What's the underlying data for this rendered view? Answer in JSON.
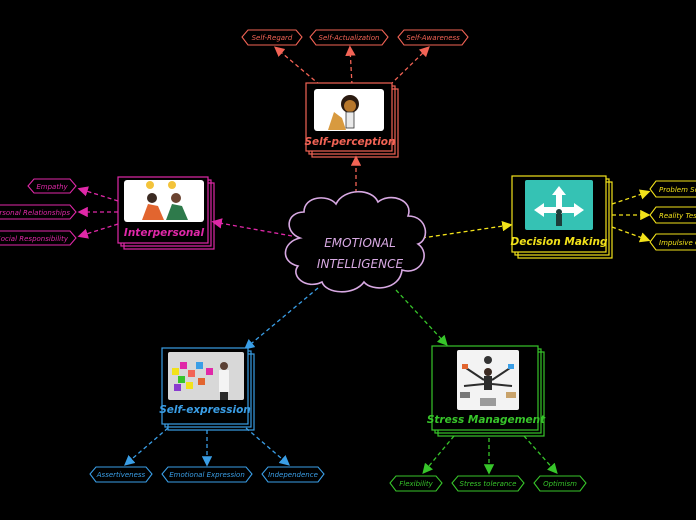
{
  "colors": {
    "background": "#000000",
    "center": "#d8a9e3",
    "self_perception": "#f26355",
    "interpersonal": "#e028a8",
    "decision_making": "#f2e21a",
    "self_expression": "#3a9ee6",
    "stress_management": "#37c52a"
  },
  "center": {
    "line1": "EMOTIONAL",
    "line2": "INTELLIGENCE"
  },
  "branches": {
    "self_perception": {
      "title": "Self-perception",
      "image": "lion-mirror-illustration",
      "children": [
        "Self-Regard",
        "Self-Actualization",
        "Self-Awareness"
      ]
    },
    "interpersonal": {
      "title": "Interpersonal",
      "image": "two-people-talking-illustration",
      "children": [
        "Empathy",
        "Interpersonal Relationships",
        "Social Responsibility"
      ]
    },
    "decision_making": {
      "title": "Decision Making",
      "image": "crossroads-arrows-illustration",
      "children": [
        "Problem Solving",
        "Reality Testing",
        "Impulsive Control"
      ]
    },
    "self_expression": {
      "title": "Self-expression",
      "image": "sticky-notes-wall-photo",
      "children": [
        "Assertiveness",
        "Emotional Expression",
        "Independence"
      ]
    },
    "stress_management": {
      "title": "Stress Management",
      "image": "multitasking-person-illustration",
      "children": [
        "Flexibility",
        "Stress tolerance",
        "Optimism"
      ]
    }
  }
}
